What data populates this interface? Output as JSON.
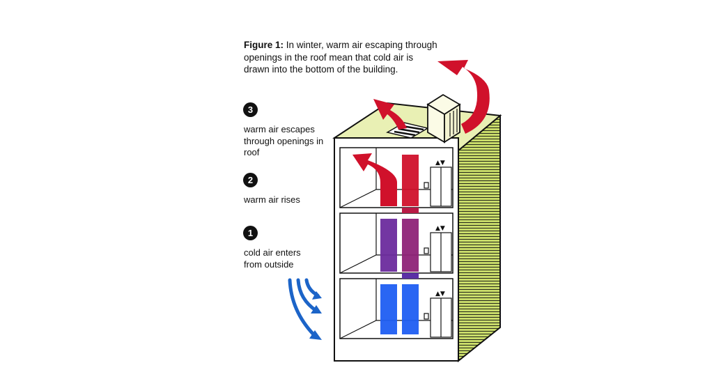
{
  "caption": {
    "label": "Figure 1:",
    "text": "In winter, warm air escaping through openings in the roof mean that cold air is drawn into the bottom of the building."
  },
  "steps": [
    {
      "number": "3",
      "text": "warm air escapes through openings in roof"
    },
    {
      "number": "2",
      "text": "warm air rises"
    },
    {
      "number": "1",
      "text": "cold air enters from outside"
    }
  ],
  "colors": {
    "warm_air": "#d0112b",
    "cold_air": "#1c64c8",
    "roof": "#e9f0b4",
    "side_wall": "#c9dc6a",
    "outline": "#111111"
  }
}
